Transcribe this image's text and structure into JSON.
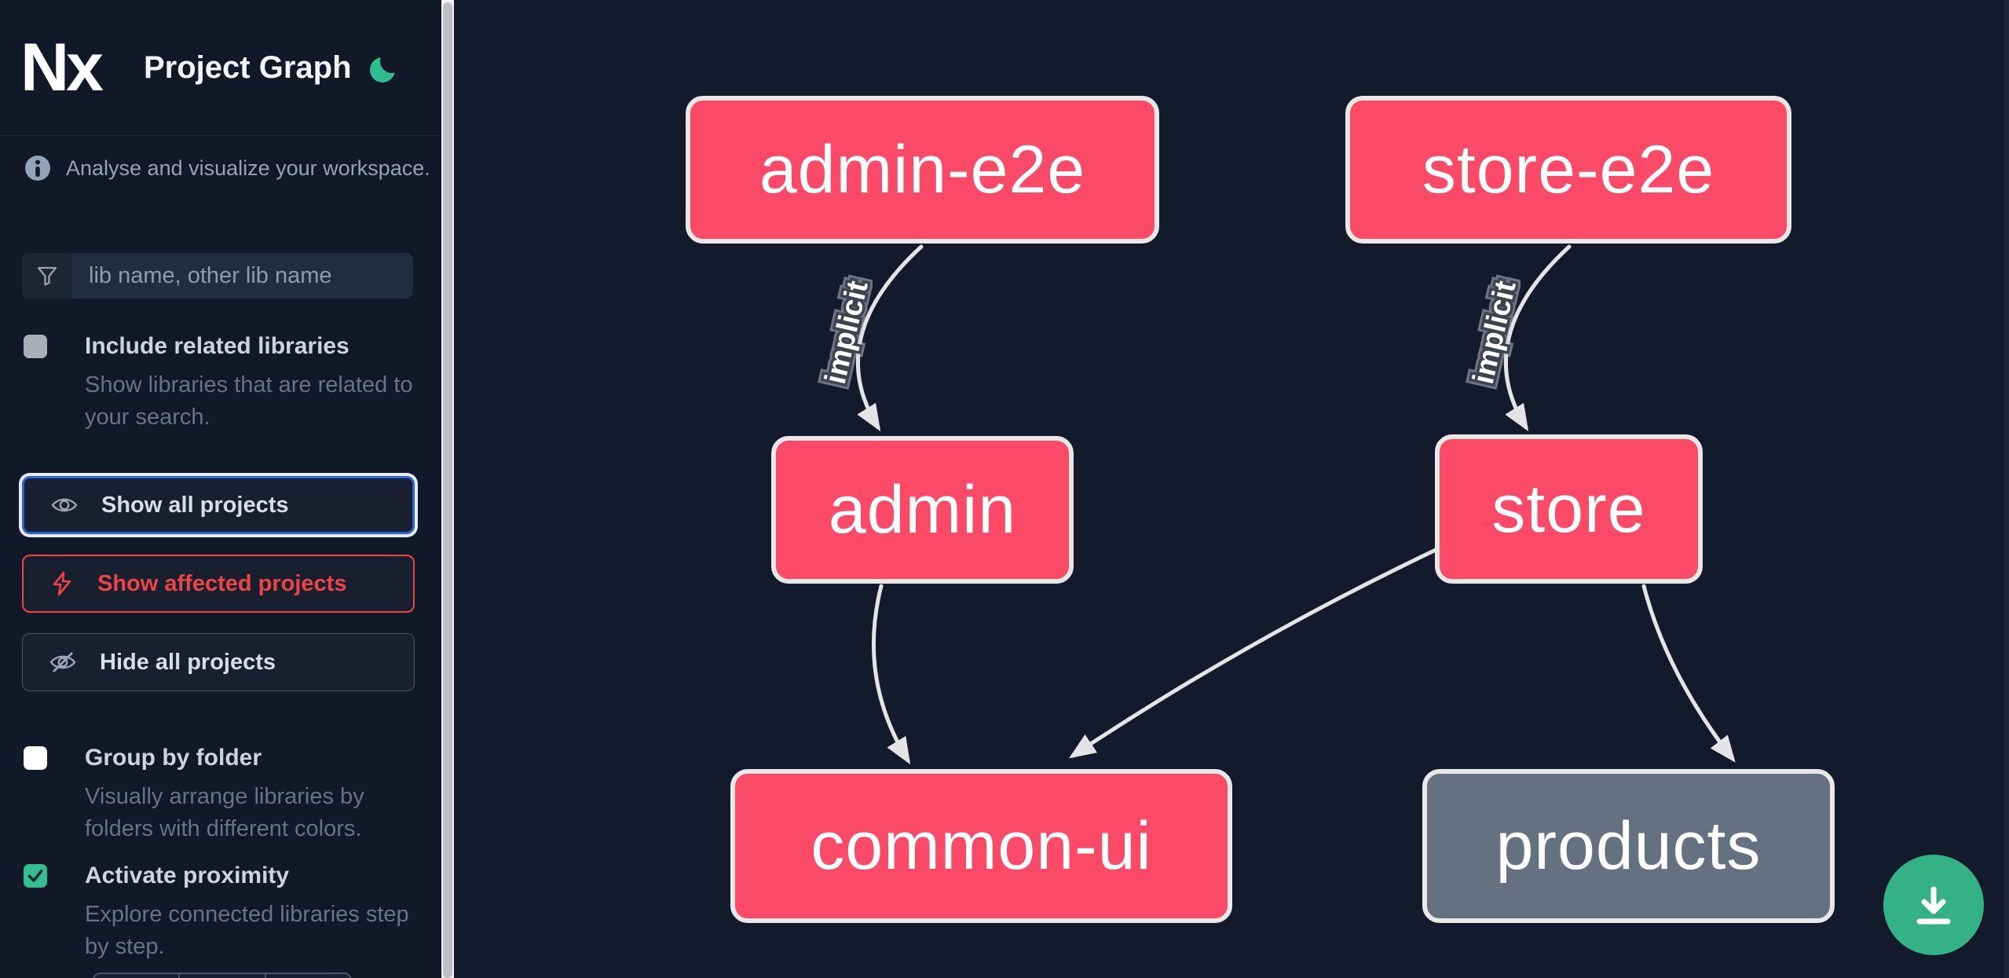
{
  "app": {
    "logo_text": "Nx",
    "title": "Project Graph",
    "theme_icon": "moon",
    "tagline": "Analyse and visualize your workspace."
  },
  "sidebar": {
    "search": {
      "icon": "filter-funnel",
      "placeholder": "lib name, other lib name",
      "value": ""
    },
    "options": [
      {
        "label": "Include related libraries",
        "description": "Show libraries that are related to your search.",
        "checked": false
      },
      {
        "label": "Group by folder",
        "description": "Visually arrange libraries by folders with different colors.",
        "checked": false
      },
      {
        "label": "Activate proximity",
        "description": "Explore connected libraries step by step.",
        "checked": true
      }
    ],
    "actions": [
      {
        "label": "Show all projects",
        "icon": "eye",
        "state": "focused"
      },
      {
        "label": "Show affected projects",
        "icon": "lightning-bolt",
        "state": "danger"
      },
      {
        "label": "Hide all projects",
        "icon": "eye-off",
        "state": "plain"
      }
    ]
  },
  "graph": {
    "nodes": [
      {
        "label": "admin-e2e",
        "color": "#fb4a68"
      },
      {
        "label": "store-e2e",
        "color": "#fb4a68"
      },
      {
        "label": "admin",
        "color": "#fb4a68"
      },
      {
        "label": "store",
        "color": "#fb4a68"
      },
      {
        "label": "common-ui",
        "color": "#fb4a68"
      },
      {
        "label": "products",
        "color": "#657080"
      }
    ],
    "edge_labels": [
      {
        "label": "implicit"
      },
      {
        "label": "implicit"
      }
    ]
  },
  "fab": {
    "icon": "download"
  },
  "colors": {
    "background": "#131a2b",
    "node_pink": "#fb4a68",
    "node_gray": "#657080",
    "edge": "#e4e4e6",
    "accent_green": "#34b286",
    "focus_blue": "#2e63d8",
    "danger_red": "#ee4444"
  }
}
